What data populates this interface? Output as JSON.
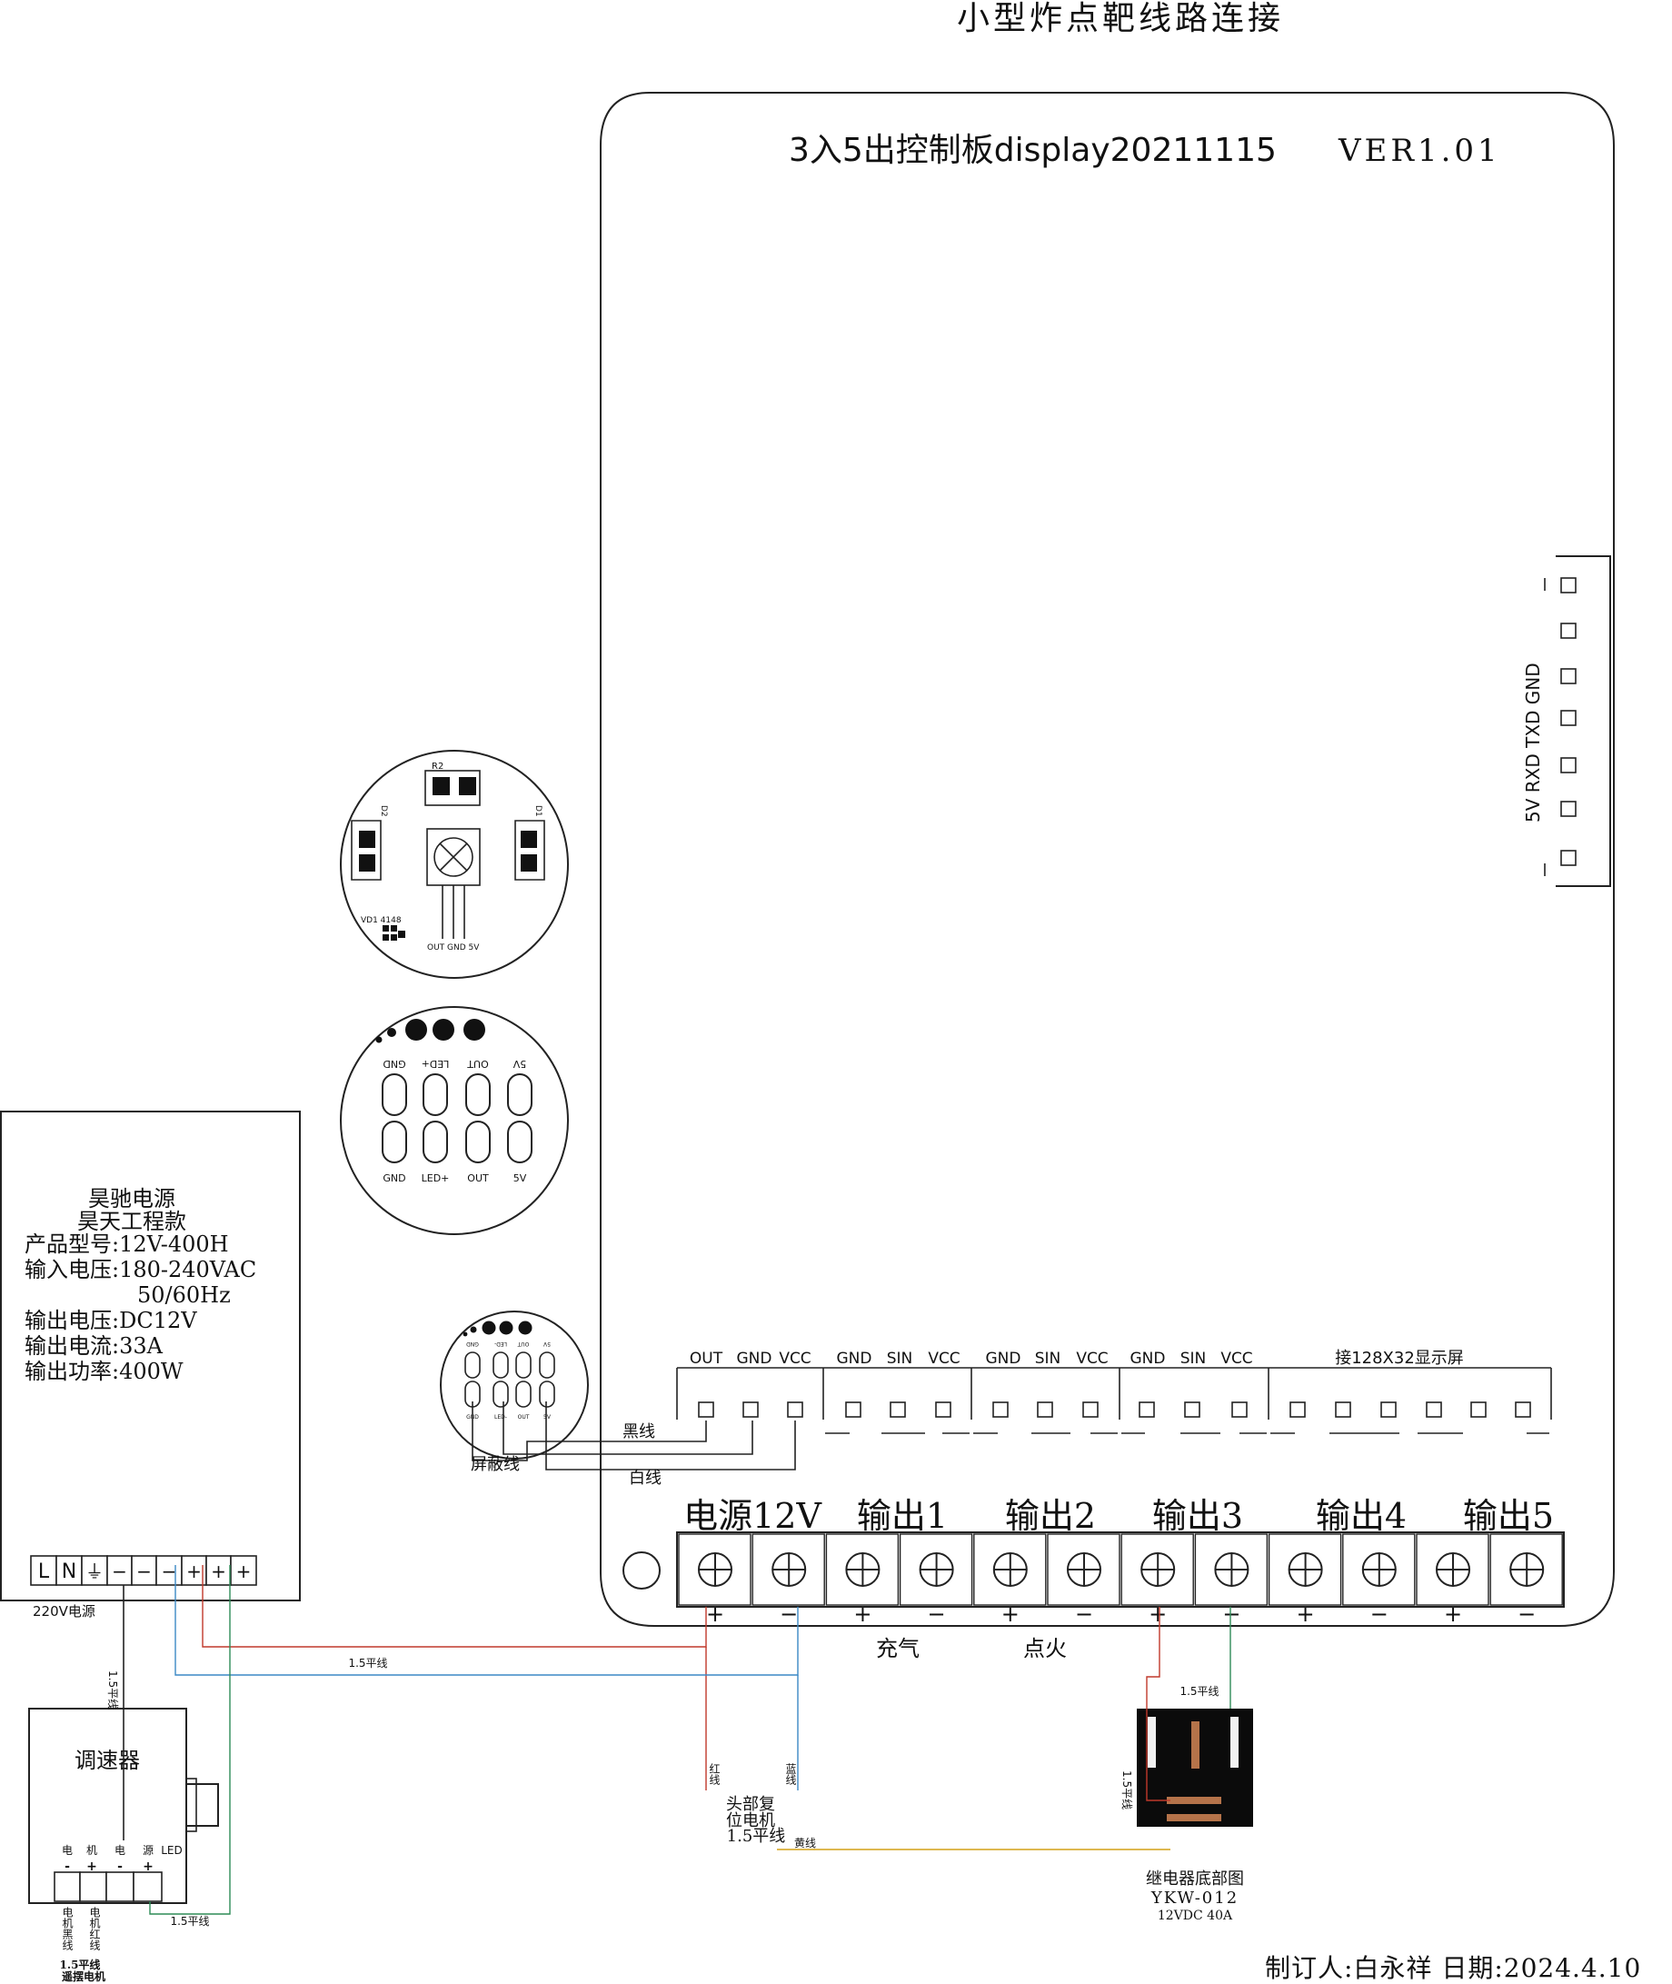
{
  "title": "小型炸点靶线路连接",
  "board": {
    "title": "3入5出控制板display20211115",
    "version": "VER1.01",
    "serial_label": "5V RXD TXD GND",
    "header_groups": [
      {
        "labels": [
          "OUT",
          "GND",
          "VCC"
        ]
      },
      {
        "labels": [
          "GND",
          "SIN",
          "VCC"
        ]
      },
      {
        "labels": [
          "GND",
          "SIN",
          "VCC"
        ]
      },
      {
        "labels": [
          "GND",
          "SIN",
          "VCC"
        ]
      },
      {
        "labels": [
          "接128X32显示屏"
        ]
      }
    ],
    "terminal_groups": [
      {
        "label": "电源12V"
      },
      {
        "label": "输出1"
      },
      {
        "label": "输出2"
      },
      {
        "label": "输出3"
      },
      {
        "label": "输出4"
      },
      {
        "label": "输出5"
      }
    ],
    "polarity": [
      "+",
      "−",
      "+",
      "−",
      "+",
      "−",
      "+",
      "−",
      "+",
      "−",
      "+",
      "−"
    ],
    "function_labels": {
      "out1": "充气",
      "out2": "点火"
    }
  },
  "sensor_board": {
    "r2": "R2",
    "d2": "D2",
    "d1": "D1",
    "vd1": "VD1 4148",
    "pins": "OUT GND 5V"
  },
  "connector_large": {
    "top_labels": [
      "GND",
      "LED+",
      "OUT",
      "5V"
    ],
    "bottom_labels": [
      "GND",
      "LED+",
      "OUT",
      "5V"
    ]
  },
  "connector_small": {
    "top_labels": [
      "GND",
      "LED-",
      "OUT",
      "5V"
    ],
    "bottom_labels": [
      "GND",
      "LED-",
      "OUT",
      "5V"
    ]
  },
  "wires": {
    "black": "黑线",
    "shield": "屏蔽线",
    "white": "白线",
    "flat_1": "1.5平线",
    "flat_2": "1.5平线",
    "flat_3": "1.5平线",
    "flat_4": "1.5平线",
    "flat_5": "1.5平线",
    "red": "红线",
    "blue": "蓝线",
    "yellow": "黄线"
  },
  "psu": {
    "lines": [
      "昊驰电源",
      "昊天工程款",
      "产品型号:12V-400H",
      "输入电压:180-240VAC",
      "50/60Hz",
      "输出电压:DC12V",
      "输出电流:33A",
      "输出功率:400W"
    ],
    "terminals": [
      "L",
      "N",
      "⏚",
      "−",
      "−",
      "−",
      "+",
      "+",
      "+"
    ],
    "mains_label": "220V电源"
  },
  "speed_controller": {
    "title": "调速器",
    "top_labels": [
      "电",
      "机",
      "电",
      "源",
      "LED"
    ],
    "polarity": [
      "-",
      "+",
      "-",
      "+"
    ],
    "black_wire": "电机黑线",
    "red_wire": "电机红线",
    "caption_1": "1.5平线",
    "caption_2": "遥摆电机"
  },
  "head_motor": {
    "line1": "头部复",
    "line2": "位电机",
    "line3": "1.5平线"
  },
  "relay": {
    "caption": "继电器底部图",
    "model": "YKW-012",
    "rating": "12VDC 40A"
  },
  "footer": "制订人:白永祥 日期:2024.4.10"
}
